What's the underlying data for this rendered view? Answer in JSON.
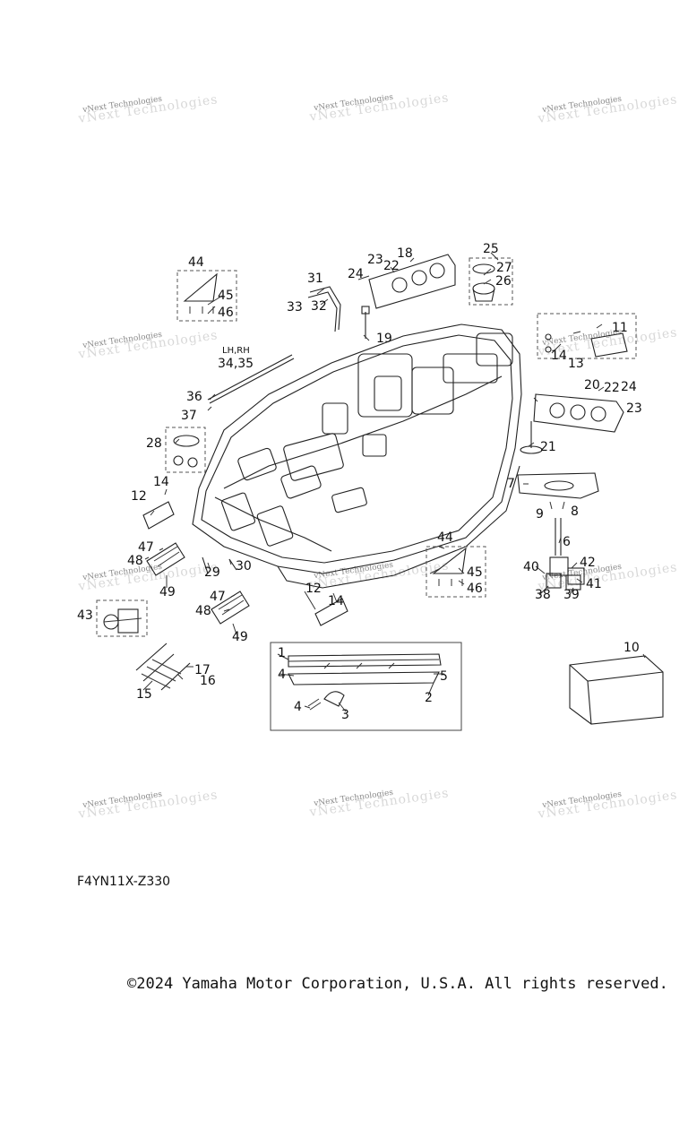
{
  "watermark_text": "vNext Technologies",
  "diagram_code": "F4YN11X-Z330",
  "copyright": "©2024 Yamaha Motor Corporation, U.S.A. All rights reserved.",
  "side_note": "LH,RH",
  "callouts": {
    "c1": "1",
    "c2": "2",
    "c3": "3",
    "c4a": "4",
    "c4b": "4",
    "c5": "5",
    "c6": "6",
    "c7": "7",
    "c8": "8",
    "c9": "9",
    "c10": "10",
    "c11": "11",
    "c12a": "12",
    "c12b": "12",
    "c13": "13",
    "c14a": "14",
    "c14b": "14",
    "c14c": "14",
    "c15": "15",
    "c16": "16",
    "c17": "17",
    "c18": "18",
    "c19": "19",
    "c20": "20",
    "c21": "21",
    "c22a": "22",
    "c22b": "22",
    "c23a": "23",
    "c23b": "23",
    "c24a": "24",
    "c24b": "24",
    "c25": "25",
    "c26": "26",
    "c27": "27",
    "c28": "28",
    "c29": "29",
    "c30": "30",
    "c31": "31",
    "c32": "32",
    "c33": "33",
    "c3435": "34,35",
    "c36": "36",
    "c37": "37",
    "c38": "38",
    "c39": "39",
    "c40": "40",
    "c41": "41",
    "c42": "42",
    "c43": "43",
    "c44a": "44",
    "c44b": "44",
    "c45a": "45",
    "c45b": "45",
    "c46a": "46",
    "c46b": "46",
    "c47a": "47",
    "c47b": "47",
    "c48a": "48",
    "c48b": "48",
    "c49a": "49",
    "c49b": "49"
  }
}
